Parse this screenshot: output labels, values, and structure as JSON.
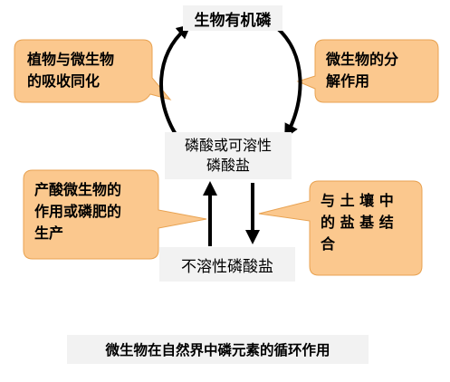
{
  "nodes": {
    "top": "生物有机磷",
    "middle": "磷酸或可溶性\n磷酸盐",
    "bottom": "不溶性磷酸盐"
  },
  "callouts": {
    "plant_uptake": "植物与微生物\n的吸收同化",
    "decomposition": "微生物的分\n解作用",
    "acid_production": "产酸微生物的\n作用或磷肥的\n生产",
    "soil_binding": "与 土 壤 中\n的 盐 基 结\n合"
  },
  "caption": "微生物在自然界中磷元素的循环作用",
  "colors": {
    "callout_fill": "#fbc88e",
    "callout_stroke": "#e8a251",
    "arrow": "#000000",
    "node_fill": "#f2f2f2"
  }
}
